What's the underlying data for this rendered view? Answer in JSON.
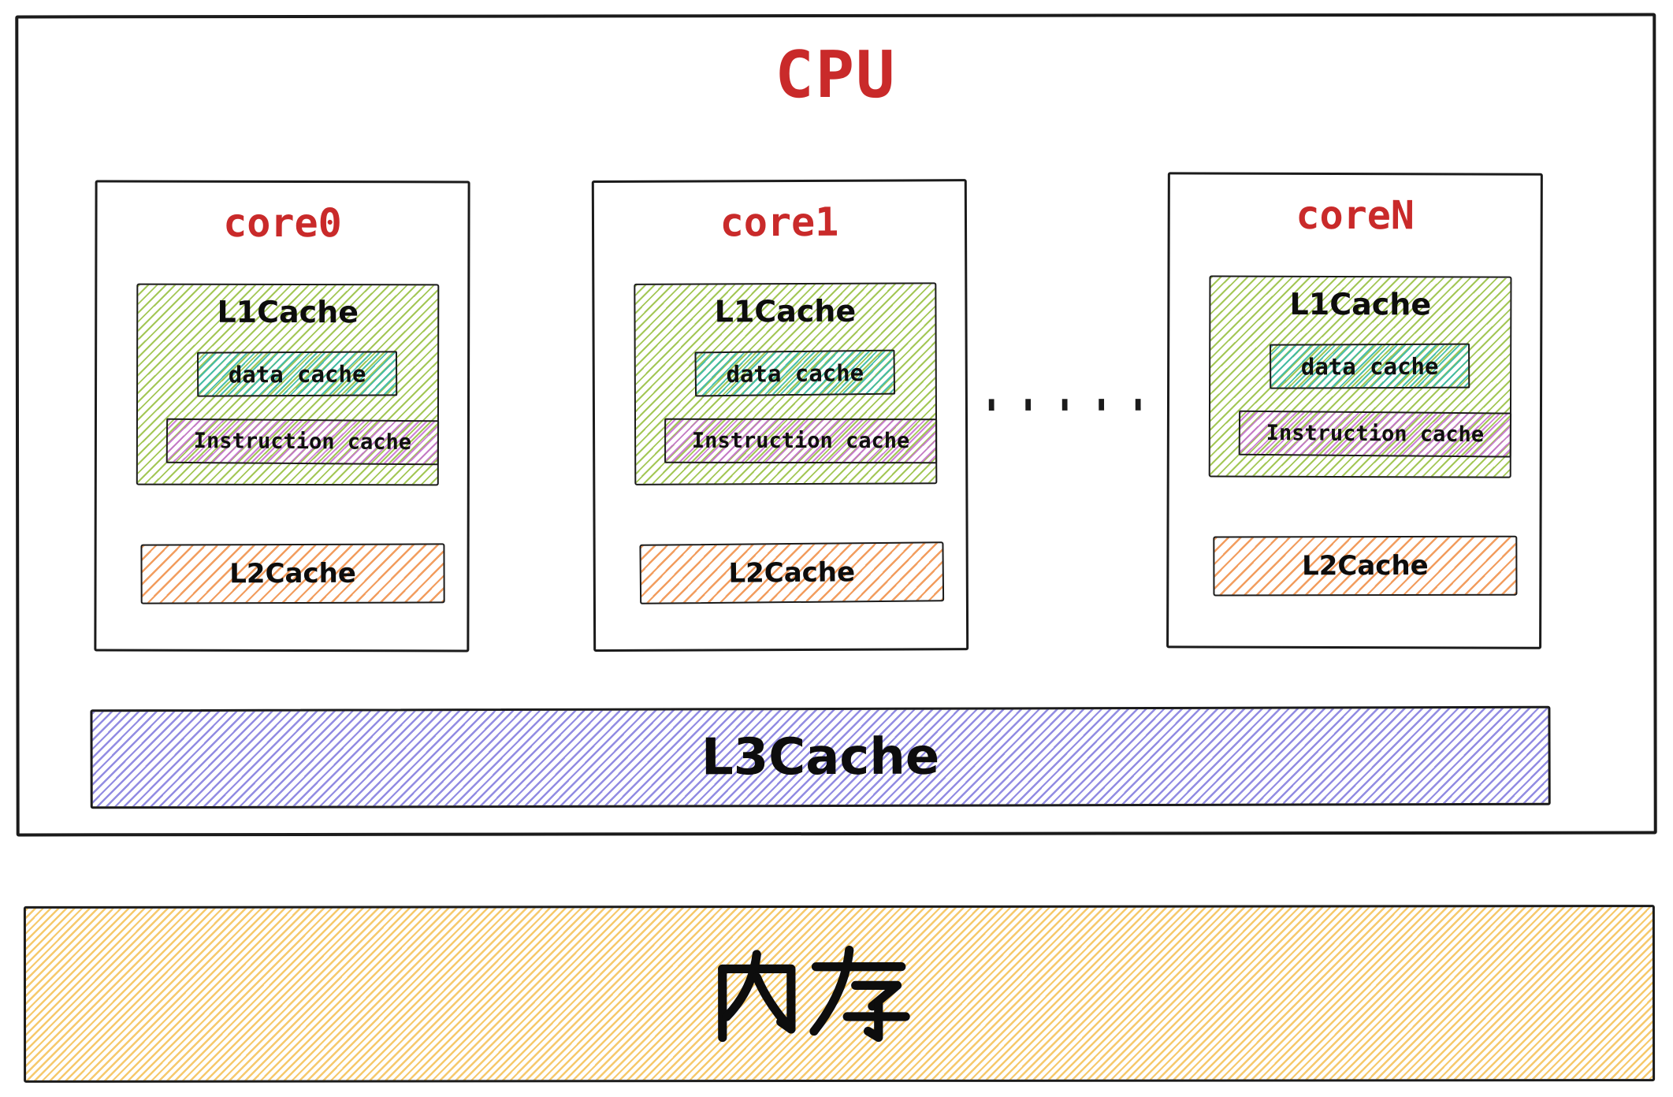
{
  "cpu": {
    "title": "CPU",
    "cores": [
      {
        "label": "core0",
        "l1": {
          "title": "L1Cache",
          "data_cache": "data cache",
          "instruction_cache": "Instruction cache"
        },
        "l2": {
          "title": "L2Cache"
        }
      },
      {
        "label": "core1",
        "l1": {
          "title": "L1Cache",
          "data_cache": "data cache",
          "instruction_cache": "Instruction cache"
        },
        "l2": {
          "title": "L2Cache"
        }
      },
      {
        "label": "coreN",
        "l1": {
          "title": "L1Cache",
          "data_cache": "data cache",
          "instruction_cache": "Instruction cache"
        },
        "l2": {
          "title": "L2Cache"
        }
      }
    ],
    "core_separator": "'''''''",
    "l3": {
      "title": "L3Cache"
    }
  },
  "memory": {
    "label": "内存"
  },
  "colors": {
    "title_red": "#c92a2a",
    "ink": "#1b1b1b",
    "l1_green": "#9ec44d",
    "data_cache_teal": "#3cbaa8",
    "instruction_cache_purple": "#c770d3",
    "l2_orange": "#f19856",
    "l3_lavender": "#8c86e0",
    "memory_yellow": "#f5c664"
  }
}
